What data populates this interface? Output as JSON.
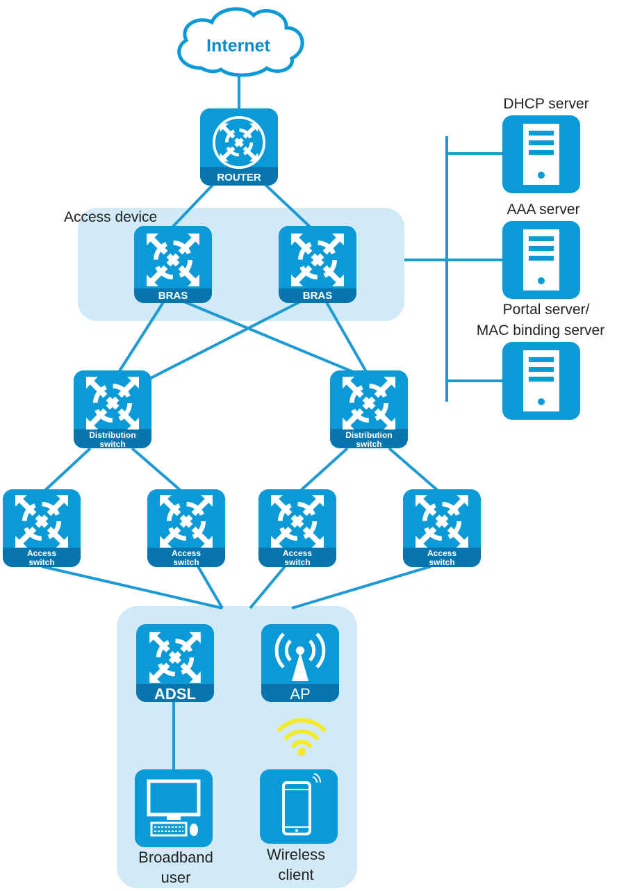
{
  "internet": {
    "label": "Internet"
  },
  "router": {
    "label": "ROUTER"
  },
  "access_device_zone": {
    "label": "Access device"
  },
  "bras": [
    {
      "label": "BRAS"
    },
    {
      "label": "BRAS"
    }
  ],
  "distribution_switches": [
    {
      "line1": "Distribution",
      "line2": "switch"
    },
    {
      "line1": "Distribution",
      "line2": "switch"
    }
  ],
  "access_switches": [
    {
      "line1": "Access",
      "line2": "switch"
    },
    {
      "line1": "Access",
      "line2": "switch"
    },
    {
      "line1": "Access",
      "line2": "switch"
    },
    {
      "line1": "Access",
      "line2": "switch"
    }
  ],
  "servers": [
    {
      "line1": "DHCP server",
      "line2": ""
    },
    {
      "line1": "AAA server",
      "line2": ""
    },
    {
      "line1": "Portal server/",
      "line2": "MAC binding server"
    }
  ],
  "adsl": {
    "label": "ADSL"
  },
  "ap": {
    "label": "AP"
  },
  "broadband_user": {
    "line1": "Broadband",
    "line2": "user"
  },
  "wireless_client": {
    "line1": "Wireless",
    "line2": "client"
  },
  "colors": {
    "device_blue": "#0a9ad7",
    "device_dark": "#0876ad",
    "zone_fill": "#d2eaf6",
    "link": "#1c9ad6",
    "wifi": "#f2ea2a"
  }
}
